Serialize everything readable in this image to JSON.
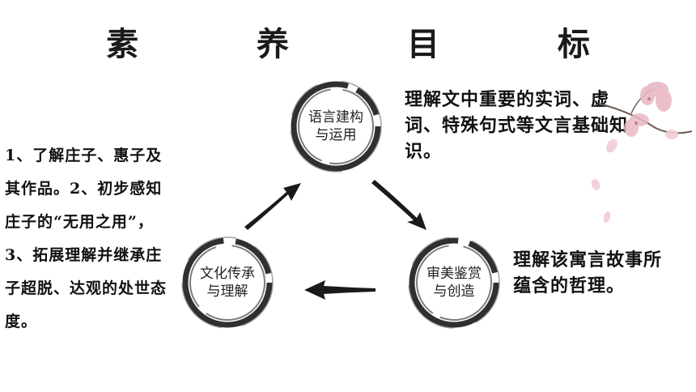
{
  "title": "素 养 目 标",
  "goals": {
    "language": {
      "line1": "语言建构",
      "line2": "与运用",
      "desc": "理解文中重要的实词、虚词、特殊句式等文言基础知识。"
    },
    "aesthetic": {
      "line1": "审美鉴赏",
      "line2": "与创造",
      "desc": "理解该寓言故事所蕴含的哲理。"
    },
    "culture": {
      "line1": "文化传承",
      "line2": "与理解",
      "items": [
        "1、了解庄子、惠子及其作品。",
        "2、初步感知庄子的“无用之用”，",
        "3、拓展理解并继承庄子超脱、达观的处世态度。"
      ]
    }
  },
  "colors": {
    "ink": "#1a1a1a",
    "blossom": "#e9b9c4"
  },
  "icons": [
    "ink-circle-icon",
    "brush-arrow-icon",
    "plum-blossom-icon"
  ]
}
